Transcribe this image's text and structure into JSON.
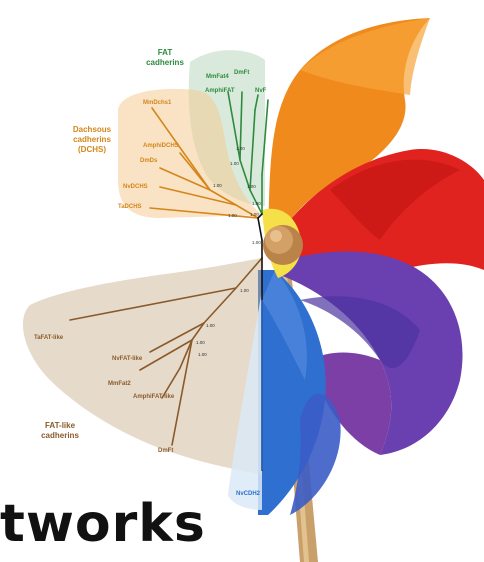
{
  "groups": {
    "fat": {
      "title_line1": "FAT",
      "title_line2": "cadherins",
      "color": "#2e8b3d",
      "taxa": [
        "MmFat4",
        "DmFt",
        "AmphiFAT",
        "NvF"
      ],
      "bootstraps": [
        "1.00",
        "1.00",
        "1.00",
        "1.00"
      ]
    },
    "dchs": {
      "title_line1": "Dachsous",
      "title_line2": "cadherins",
      "title_line3": "(DCHS)",
      "color": "#d4861a",
      "taxa": [
        "MmDchs1",
        "AmphiDCHS",
        "DmDs",
        "NvDCHS",
        "TaDCHS"
      ],
      "bootstraps": [
        "1.00",
        "1.00"
      ]
    },
    "fatlike": {
      "title_line1": "FAT-like",
      "title_line2": "cadherins",
      "color": "#8b5a2b",
      "taxa": [
        "TaFAT-like",
        "NvFAT-like",
        "MmFat2",
        "AmphiFAT-like",
        "DmFt"
      ],
      "bootstraps": [
        "1.00",
        "1.00",
        "1.00",
        "1.00"
      ]
    },
    "cdh": {
      "taxa": [
        "NvCDH2"
      ]
    }
  },
  "root_bootstraps": [
    "1.00",
    "1.00"
  ],
  "banner_text": "tworks",
  "colors": {
    "orange": "#f08a1c",
    "red": "#e0231f",
    "purple": "#6a3fb0",
    "blue": "#2e6fd0",
    "yellow": "#f5e04a",
    "stick": "#c9a06a"
  }
}
